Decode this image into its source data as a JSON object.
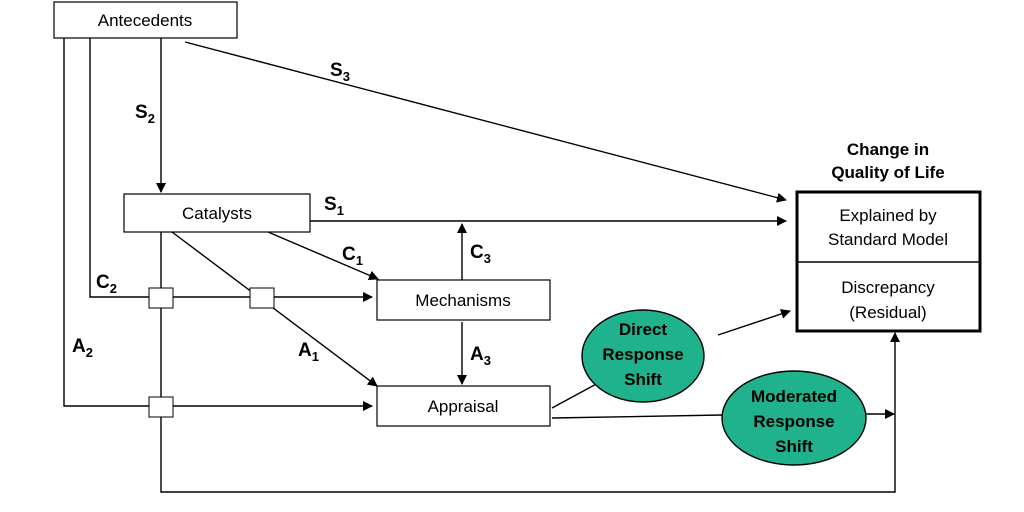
{
  "nodes": {
    "antecedents": "Antecedents",
    "catalysts": "Catalysts",
    "mechanisms": "Mechanisms",
    "appraisal": "Appraisal",
    "outcome_title_line1": "Change in",
    "outcome_title_line2": "Quality of Life",
    "explained_line1": "Explained by",
    "explained_line2": "Standard Model",
    "discrepancy_line1": "Discrepancy",
    "discrepancy_line2": "(Residual)"
  },
  "ovals": {
    "direct_line1": "Direct",
    "direct_line2": "Response",
    "direct_line3": "Shift",
    "moderated_line1": "Moderated",
    "moderated_line2": "Response",
    "moderated_line3": "Shift"
  },
  "paths": {
    "s1": {
      "main": "S",
      "sub": "1"
    },
    "s2": {
      "main": "S",
      "sub": "2"
    },
    "s3": {
      "main": "S",
      "sub": "3"
    },
    "c1": {
      "main": "C",
      "sub": "1"
    },
    "c2": {
      "main": "C",
      "sub": "2"
    },
    "c3": {
      "main": "C",
      "sub": "3"
    },
    "a1": {
      "main": "A",
      "sub": "1"
    },
    "a2": {
      "main": "A",
      "sub": "2"
    },
    "a3": {
      "main": "A",
      "sub": "3"
    }
  },
  "colors": {
    "oval_fill": "#20b28c",
    "line": "#000000"
  }
}
